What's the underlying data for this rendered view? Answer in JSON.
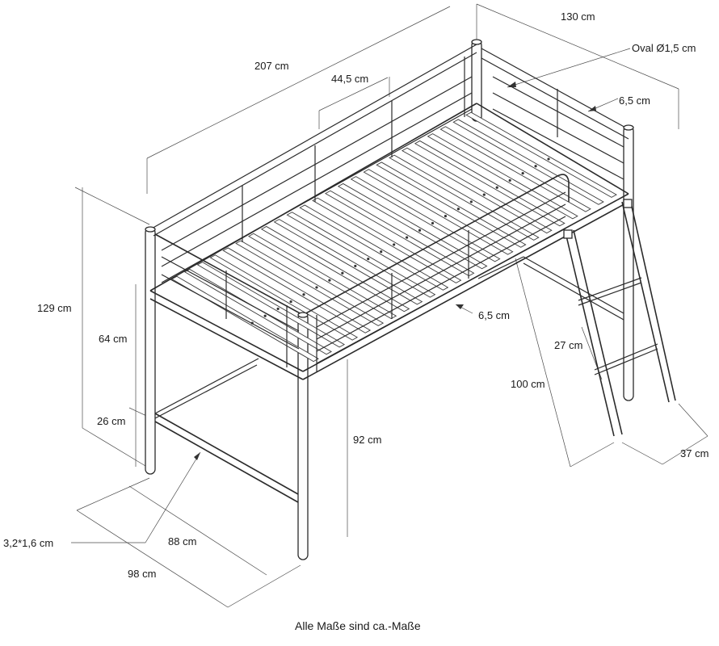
{
  "caption": "Alle Maße sind ca.-Maße",
  "dimensions": {
    "width_top": "130 cm",
    "length": "207 cm",
    "guard_height_segment": "44,5 cm",
    "tube_oval": "Oval Ø1,5 cm",
    "rail_gap_top": "6,5 cm",
    "rail_gap_front": "6,5 cm",
    "total_height": "129 cm",
    "guard_height": "64 cm",
    "bottom_rail_height": "26 cm",
    "post_profile": "3,2*1,6 cm",
    "underbed_clearance": "92 cm",
    "inner_width": "88 cm",
    "outer_width": "98 cm",
    "ladder_length": "100 cm",
    "ladder_step": "27 cm",
    "ladder_width": "37 cm"
  }
}
